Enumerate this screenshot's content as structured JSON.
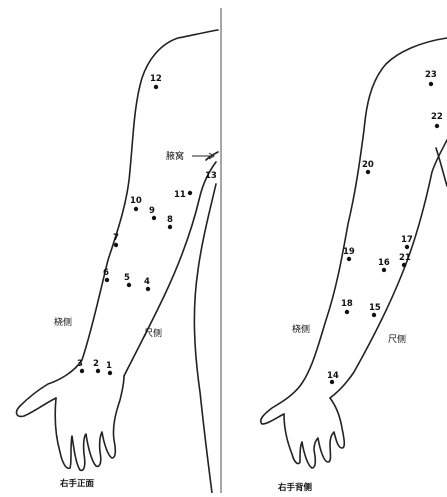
{
  "panels": [
    {
      "id": "front",
      "caption": "右手正面",
      "side_labels": {
        "radial": "桡侧",
        "ulnar": "尺侧"
      },
      "fossa_label": "腋窝",
      "points": [
        "1",
        "2",
        "3",
        "4",
        "5",
        "6",
        "7",
        "8",
        "9",
        "10",
        "11",
        "12",
        "13"
      ]
    },
    {
      "id": "back",
      "caption": "右手背侧",
      "side_labels": {
        "radial": "桡侧",
        "ulnar": "尺侧"
      },
      "points": [
        "14",
        "15",
        "16",
        "17",
        "18",
        "19",
        "20",
        "21",
        "22",
        "23"
      ]
    }
  ]
}
